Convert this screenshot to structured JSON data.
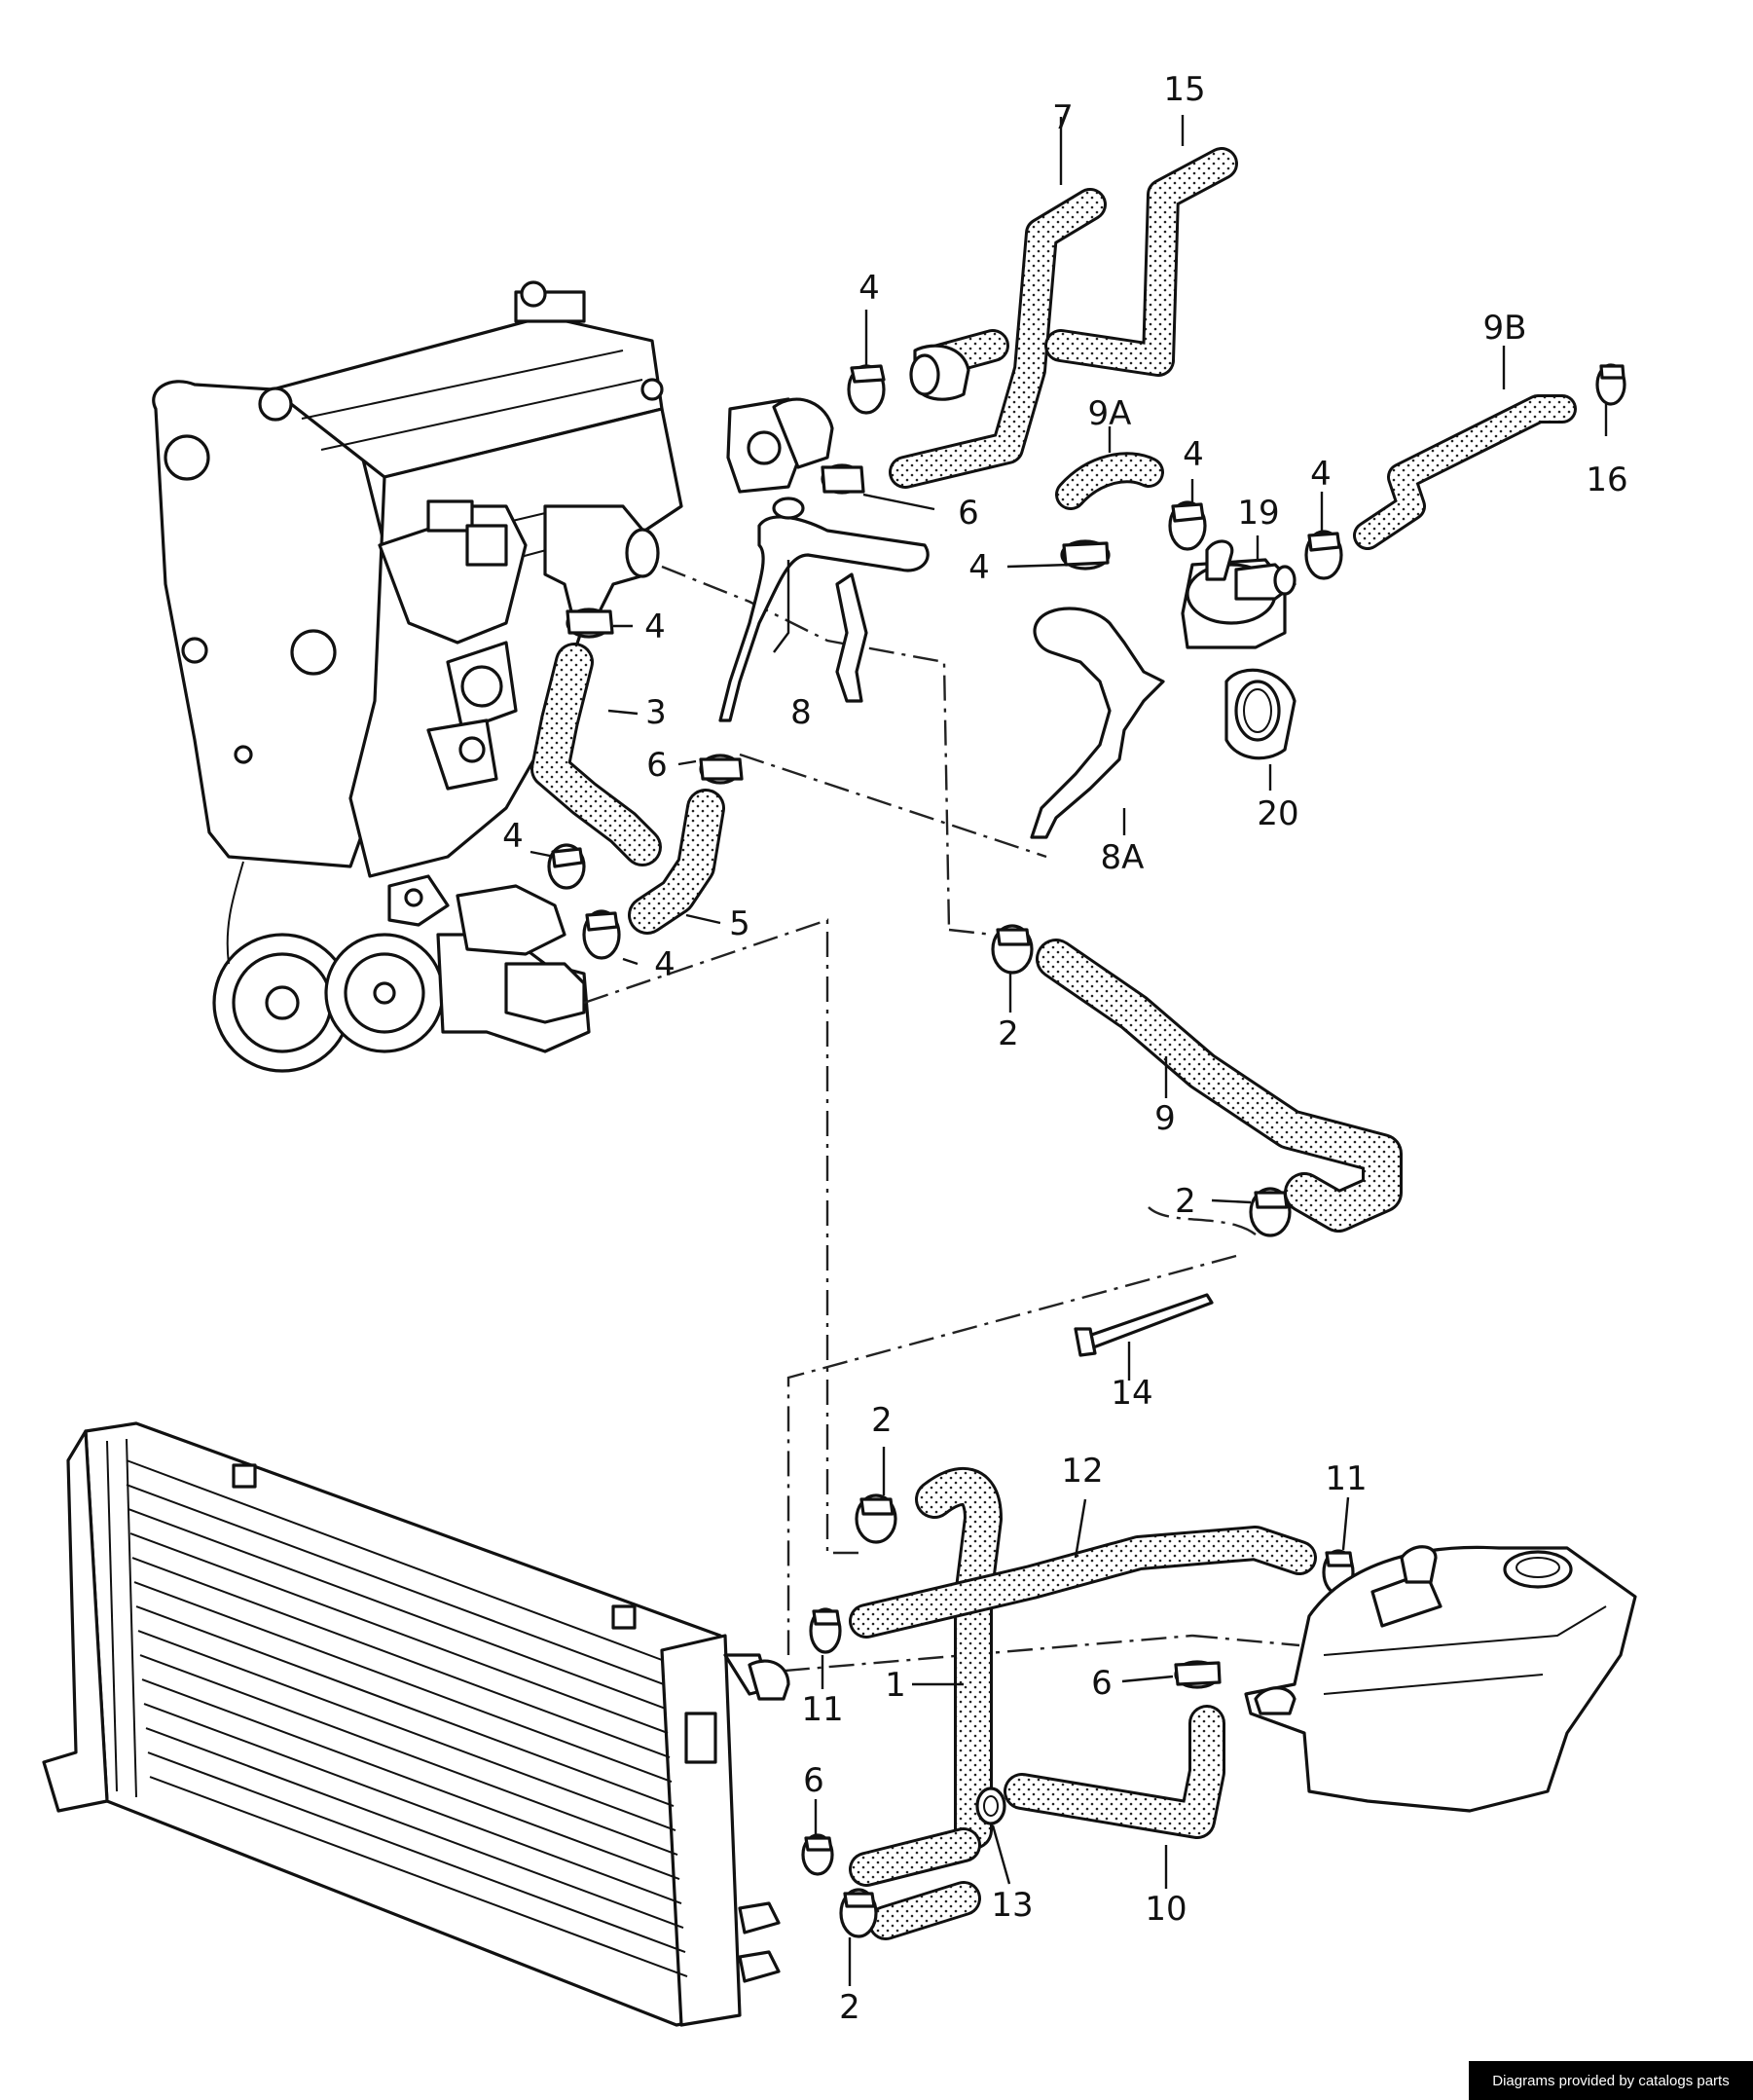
{
  "callouts": {
    "p1": "1",
    "p2a": "2",
    "p2b": "2",
    "p2c": "2",
    "p2d": "2",
    "p3": "3",
    "p4a": "4",
    "p4b": "4",
    "p4c": "4",
    "p4d": "4",
    "p4e": "4",
    "p4f": "4",
    "p4g": "4",
    "p5": "5",
    "p6a": "6",
    "p6b": "6",
    "p6c": "6",
    "p6d": "6",
    "p7": "7",
    "p8": "8",
    "p8a": "8A",
    "p9": "9",
    "p9a": "9A",
    "p9b": "9B",
    "p10": "10",
    "p11a": "11",
    "p11b": "11",
    "p12": "12",
    "p13": "13",
    "p14": "14",
    "p15": "15",
    "p16": "16",
    "p19": "19",
    "p20": "20"
  },
  "footer": {
    "credit": "Diagrams provided by catalogs parts"
  },
  "colors": {
    "line": "#111111",
    "background": "#ffffff",
    "footer_bg": "#000000"
  }
}
